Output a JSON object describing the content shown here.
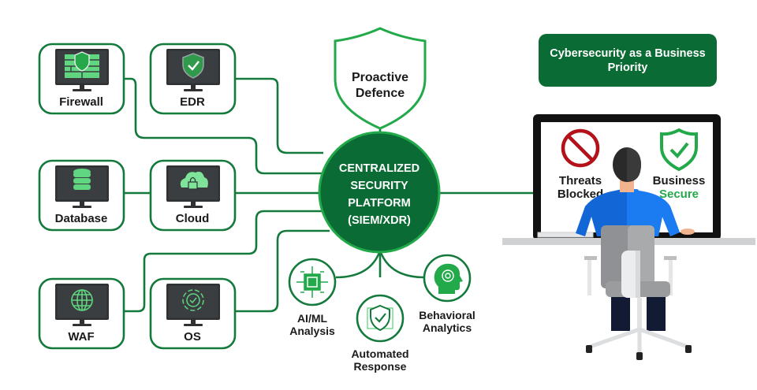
{
  "colors": {
    "brand_green": "#0b6b34",
    "line_green": "#137a3c",
    "icon_green": "#5fd67f",
    "accent_green": "#22a94a",
    "threat_red": "#b3121b",
    "shirt_blue": "#1366d6"
  },
  "hub": {
    "lines": [
      "CENTRALIZED",
      "SECURITY",
      "PLATFORM",
      "(SIEM/XDR)"
    ]
  },
  "shield_badge": {
    "lines": [
      "Proactive",
      "Defence"
    ]
  },
  "banner": {
    "text": "Cybersecurity as a Business Priority"
  },
  "sources": [
    {
      "label": "Firewall",
      "icon": "firewall-icon"
    },
    {
      "label": "EDR",
      "icon": "shield-check-icon"
    },
    {
      "label": "Database",
      "icon": "database-icon"
    },
    {
      "label": "Cloud",
      "icon": "cloud-lock-icon"
    },
    {
      "label": "WAF",
      "icon": "globe-icon"
    },
    {
      "label": "OS",
      "icon": "gear-check-icon"
    }
  ],
  "capabilities": [
    {
      "lines": [
        "AI/ML",
        "Analysis"
      ],
      "icon": "chip-icon"
    },
    {
      "lines": [
        "Automated",
        "Response"
      ],
      "icon": "shield-check-icon"
    },
    {
      "lines": [
        "Behavioral",
        "Analytics"
      ],
      "icon": "brain-head-icon"
    }
  ],
  "screen": {
    "threats": [
      "Threats",
      "Blocked"
    ],
    "business": [
      "Business",
      "Secure"
    ]
  }
}
